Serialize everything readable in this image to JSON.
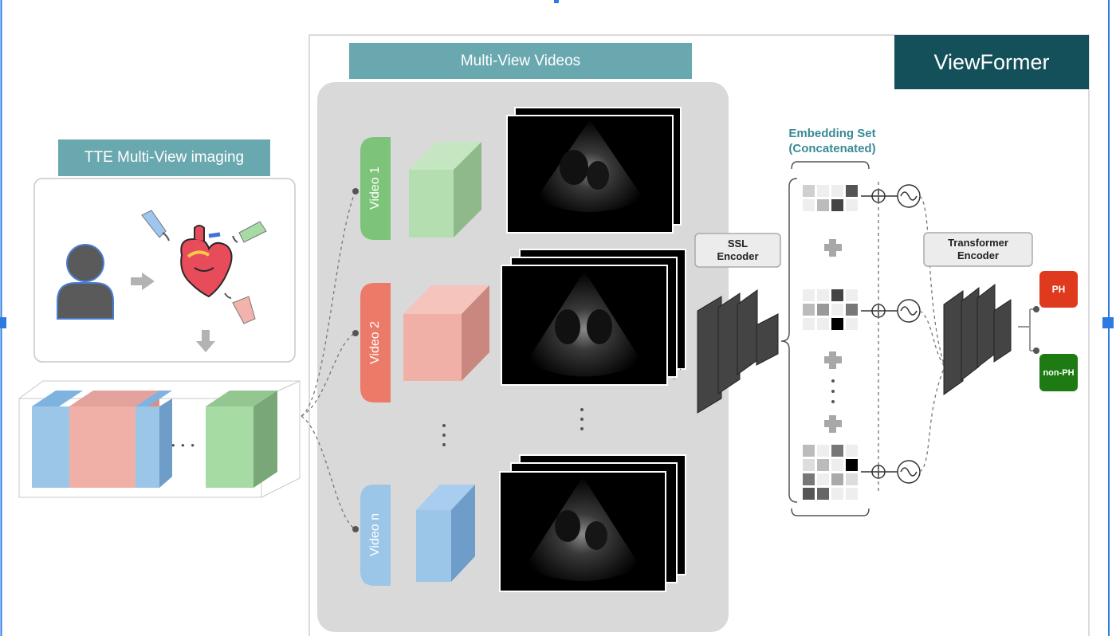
{
  "left_panel": {
    "title": "TTE Multi-View imaging",
    "ellipsis": "• • •"
  },
  "center_panel": {
    "title": "Multi-View Videos",
    "videos": [
      "Video 1",
      "Video 2",
      "Video n"
    ]
  },
  "brand": {
    "title": "ViewFormer"
  },
  "ssl_encoder": {
    "label": "SSL\nEncoder"
  },
  "embedding": {
    "title": "Embedding Set\n(Concatenated)"
  },
  "transformer": {
    "label": "Transformer\nEncoder"
  },
  "outputs": {
    "ph": "PH",
    "non_ph": "non-PH"
  },
  "colors": {
    "teal_tab": "#6aa8b0",
    "brand_bg": "#14505a",
    "green_video": "#7dc47a",
    "red_video": "#ec7a68",
    "blue_video": "#9bc6e8",
    "ph": "#e03a1e",
    "non_ph": "#1e7a12",
    "embedding_title": "#3a8a96"
  },
  "icons": [
    "user-icon",
    "heart-icon",
    "ultrasound-probe-icon",
    "arrow-right-icon",
    "arrow-down-icon",
    "plus-icon",
    "oplus-icon",
    "sine-icon"
  ]
}
